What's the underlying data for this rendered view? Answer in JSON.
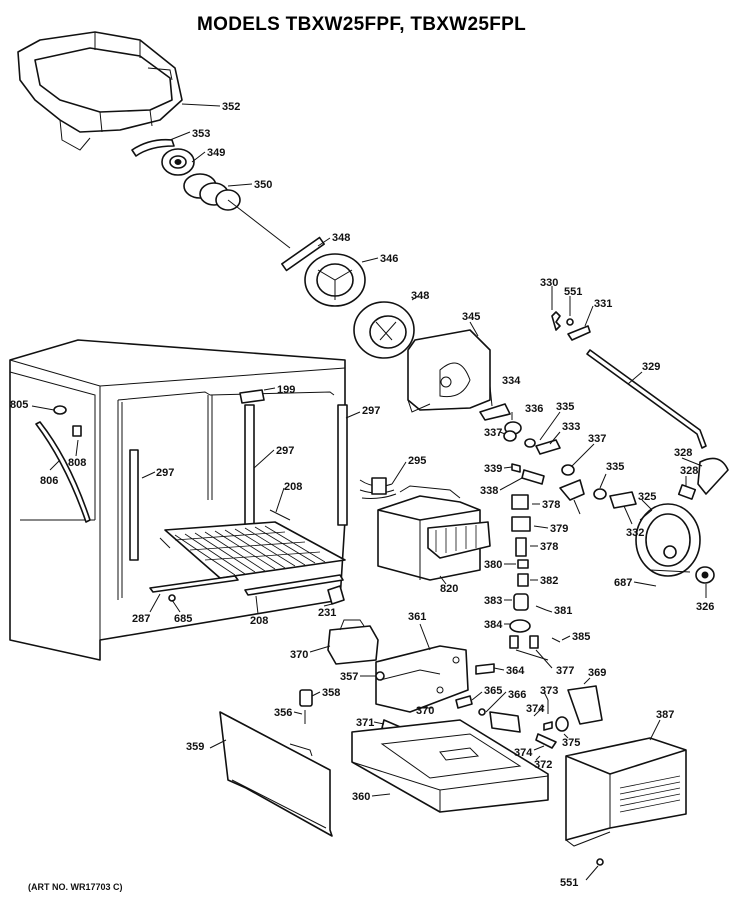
{
  "title": "MODELS TBXW25FPF, TBXW25FPL",
  "art_number": "(ART NO. WR17703 C)",
  "callouts": [
    "352",
    "353",
    "349",
    "350",
    "348",
    "346",
    "348",
    "345",
    "330",
    "551",
    "331",
    "329",
    "334",
    "336",
    "335",
    "337",
    "333",
    "337",
    "339",
    "338",
    "378",
    "379",
    "378",
    "380",
    "382",
    "820",
    "335",
    "332",
    "325",
    "328",
    "328",
    "326",
    "687",
    "805",
    "806",
    "808",
    "199",
    "297",
    "297",
    "297",
    "287",
    "295",
    "208",
    "287",
    "685",
    "208",
    "231",
    "381",
    "383",
    "384",
    "385",
    "361",
    "377",
    "370",
    "357",
    "364",
    "369",
    "358",
    "356",
    "365",
    "366",
    "373",
    "374",
    "370",
    "371",
    "374",
    "372",
    "375",
    "387",
    "359",
    "360",
    "551"
  ]
}
